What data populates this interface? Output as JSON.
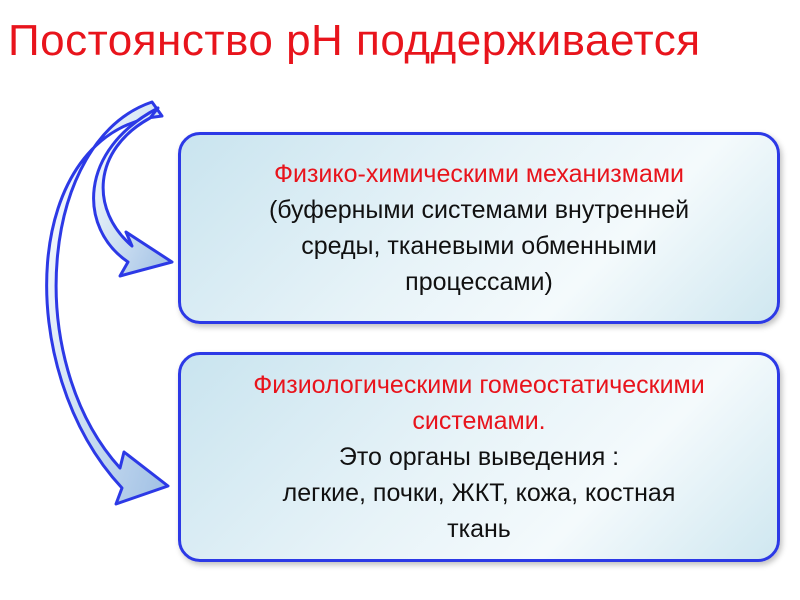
{
  "title": "Постоянство рН поддерживается",
  "box1": {
    "heading": "Физико-химическими механизмами",
    "lines": [
      "(буферными системами внутренней",
      "среды, тканевыми обменными",
      "процессами)"
    ]
  },
  "box2": {
    "heading_lines": [
      "Физиологическими гомеостатическими",
      "системами."
    ],
    "lines": [
      "Это органы выведения :",
      "легкие, почки, ЖКТ, кожа, костная",
      "ткань"
    ]
  },
  "colors": {
    "title": "#e8141c",
    "heading": "#e8141c",
    "box_border": "#2c39e6",
    "arrow_fill": "#d7e6f3",
    "arrow_stroke": "#2c39e6"
  }
}
